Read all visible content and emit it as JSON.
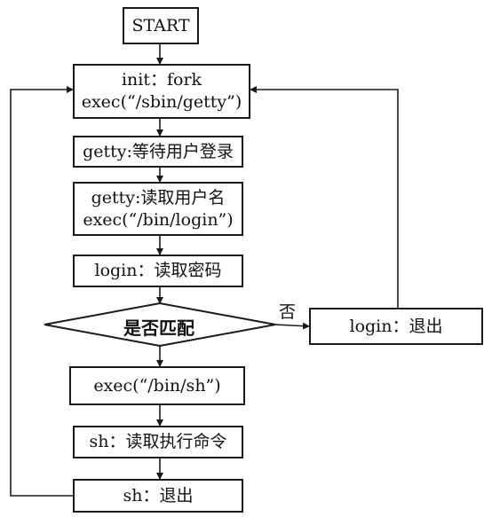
{
  "nodes": {
    "start": "START",
    "init": {
      "line1": "init：fork",
      "line2": "exec(“/sbin/getty”)"
    },
    "getty_wait": "getty:等待用户登录",
    "getty_read": {
      "line1": "getty:读取用户名",
      "line2": "exec(“/bin/login”)"
    },
    "login_read": "login：读取密码",
    "decision": "是否匹配",
    "login_exit": "login：退出",
    "exec_sh": "exec(“/bin/sh”)",
    "sh_read": "sh：读取执行命令",
    "sh_exit": "sh：退出"
  },
  "edge_labels": {
    "no": "否"
  },
  "colors": {
    "stroke": "#1a1a1a",
    "background": "#ffffff",
    "text": "#111111"
  }
}
